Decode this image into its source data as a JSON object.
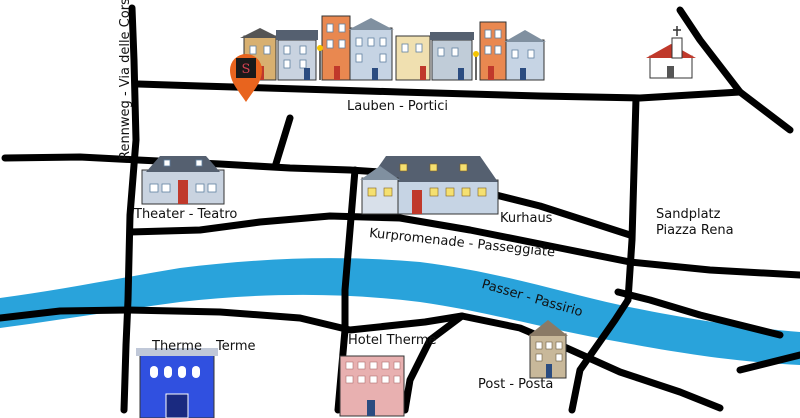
{
  "labels": {
    "rennweg": "Rennweg - Via delle Corse",
    "lauben": "Lauben - Portici",
    "theater": "Theater - Teatro",
    "kurhaus": "Kurhaus",
    "kurpromenade": "Kurpromenade - Passeggiate",
    "sandplatz_1": "Sandplatz",
    "sandplatz_2": "Piazza Rena",
    "passer": "Passer - Passirio",
    "therme_1": "Therme",
    "therme_2": "Terme",
    "hotel_therme": "Hotel Therme",
    "post": "Post - Posta"
  },
  "colors": {
    "river": "#29a3db",
    "road": "#000000",
    "marker": "#e8641e"
  },
  "icons": {
    "marker": "location-marker-icon",
    "church": "church-icon"
  }
}
